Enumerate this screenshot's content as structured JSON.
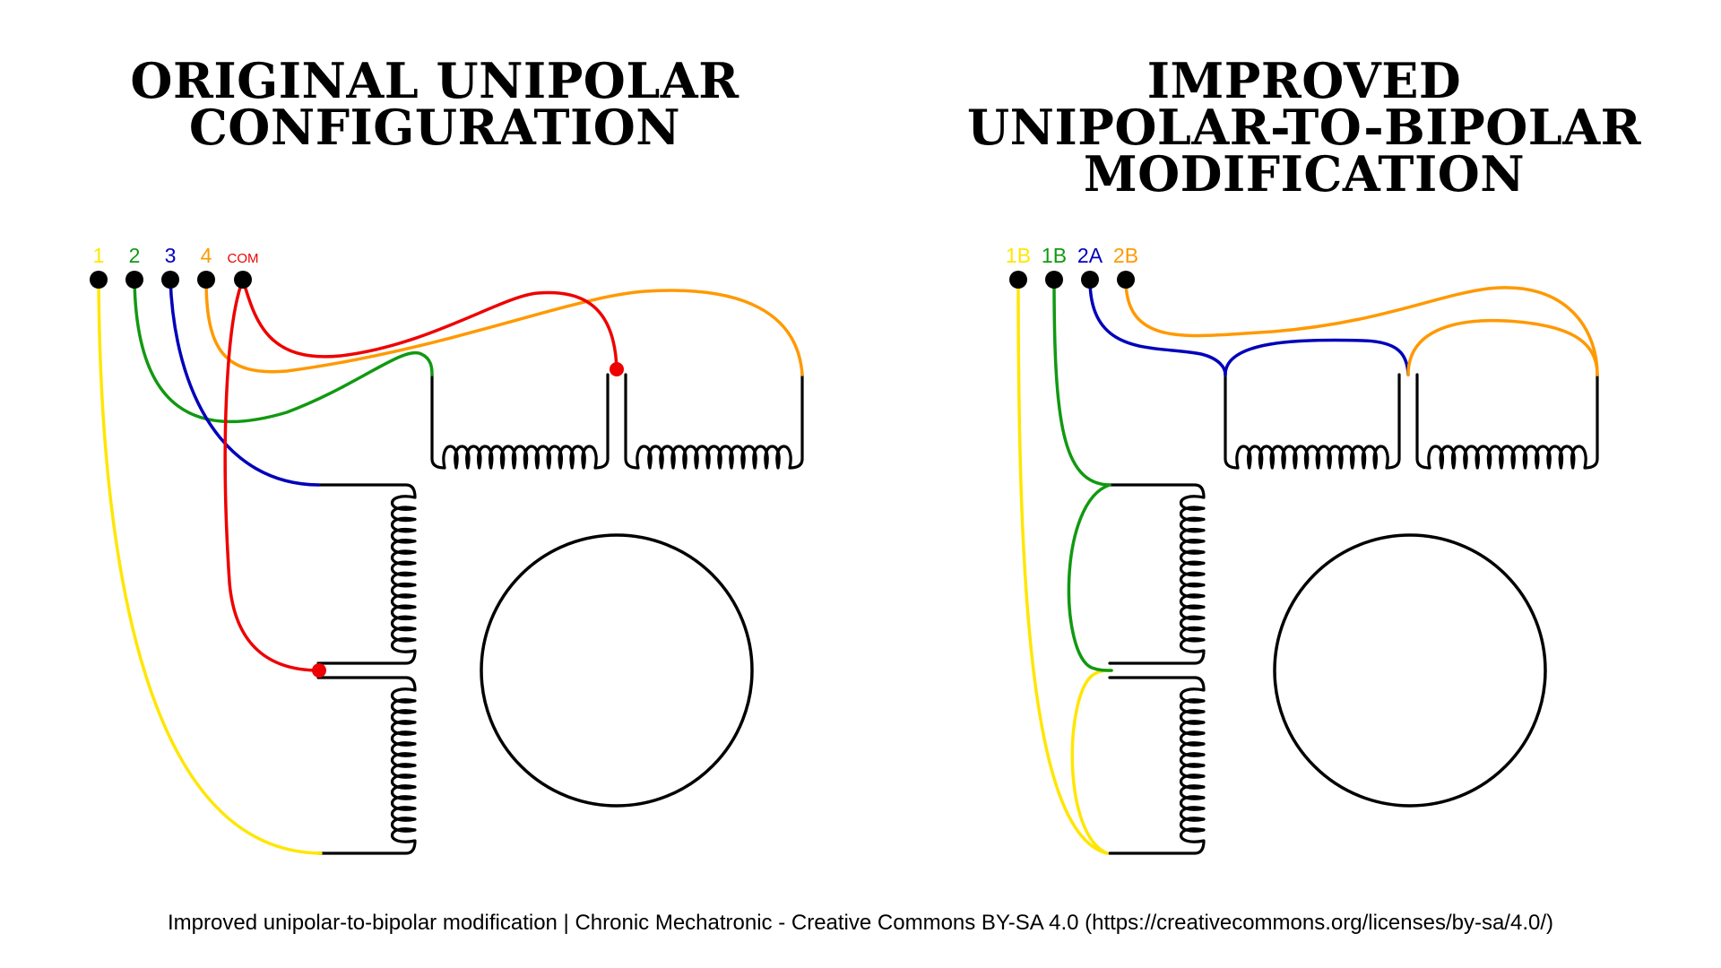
{
  "left_panel": {
    "title_lines": [
      "ORIGINAL UNIPOLAR",
      "CONFIGURATION"
    ],
    "terminals": [
      {
        "label": "1",
        "color": "#ffe600"
      },
      {
        "label": "2",
        "color": "#119911"
      },
      {
        "label": "3",
        "color": "#0000bb"
      },
      {
        "label": "4",
        "color": "#ff9900"
      },
      {
        "label": "COM",
        "color": "#ee0000"
      }
    ]
  },
  "right_panel": {
    "title_lines": [
      "IMPROVED",
      "UNIPOLAR-TO-BIPOLAR",
      "MODIFICATION"
    ],
    "terminals": [
      {
        "label": "1B",
        "color": "#ffe600"
      },
      {
        "label": "1B",
        "color": "#119911"
      },
      {
        "label": "2A",
        "color": "#0000bb"
      },
      {
        "label": "2B",
        "color": "#ff9900"
      }
    ]
  },
  "caption": "Improved unipolar-to-bipolar modification | Chronic Mechatronic - Creative Commons BY-SA 4.0 (https://creativecommons.org/licenses/by-sa/4.0/)",
  "colors": {
    "yellow": "#ffe600",
    "green": "#119911",
    "blue": "#0000bb",
    "orange": "#ff9900",
    "red": "#ee0000",
    "black": "#000000"
  }
}
